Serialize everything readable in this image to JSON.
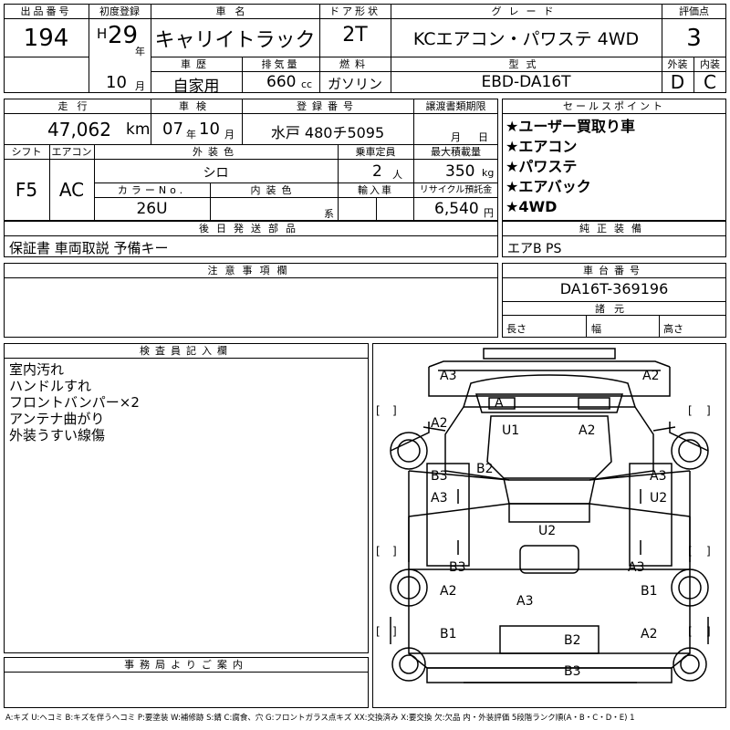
{
  "labels": {
    "lot_no": "出品番号",
    "first_reg": "初度登録",
    "car_name": "車名",
    "door": "ドア形状",
    "grade": "グレード",
    "score": "評価点",
    "year_suffix": "年",
    "history": "車歴",
    "displacement": "排気量",
    "fuel": "燃料",
    "model": "型式",
    "exterior": "外装",
    "interior": "内装",
    "month_suffix": "月",
    "cc_suffix": "cc",
    "mileage": "走行",
    "inspection": "車検",
    "reg_no": "登録番号",
    "transfer": "譲渡書類期限",
    "sales_point": "セールスポイント",
    "shift": "シフト",
    "ac": "エアコン",
    "ext_color": "外装色",
    "capacity": "乗車定員",
    "max_load": "最大積載量",
    "color_no": "カラーNo.",
    "int_color": "内装色",
    "import": "輸入車",
    "recycle": "リサイクル預託金",
    "km": "km",
    "nen": "年",
    "tsuki": "月",
    "hi": "日",
    "persons": "人",
    "kg": "kg",
    "yen": "円",
    "kei": "系",
    "later_parts": "後日発送部品",
    "genuine": "純正装備",
    "caution": "注意事項欄",
    "chassis": "車台番号",
    "dims": "諸元",
    "length": "長さ",
    "width": "幅",
    "height": "高さ",
    "inspector": "検査員記入欄",
    "office": "事務局よりご案内"
  },
  "values": {
    "lot_no": "194",
    "era": "H",
    "year": "29",
    "month": "10",
    "car_name": "キャリイトラック",
    "door": "2T",
    "grade": "KCエアコン・パワステ 4WD",
    "score": "3",
    "history": "自家用",
    "displacement": "660",
    "fuel": "ガソリン",
    "model": "EBD-DA16T",
    "exterior_score": "D",
    "interior_score": "C",
    "mileage": "47,062",
    "insp_year": "07",
    "insp_month": "10",
    "reg_no": "水戸 480チ5095",
    "shift": "F5",
    "ac": "AC",
    "ext_color": "シロ",
    "capacity": "2",
    "max_load": "350",
    "color_no": "26U",
    "recycle": "6,540",
    "later_parts": "保証書 車両取説 予備キー",
    "genuine": "エアB PS",
    "chassis": "DA16T-369196"
  },
  "sales_points": [
    "★ユーザー買取り車",
    "★エアコン",
    "★パワステ",
    "★エアバック",
    "★4WD"
  ],
  "inspector_notes": [
    "室内汚れ",
    "ハンドルすれ",
    "フロントバンパー×2",
    "アンテナ曲がり",
    "外装うすい線傷"
  ],
  "legend": "A:キズ U:ヘコミ B:キズを伴うヘコミ P:要塗装 W:補修跡 S:錆 C:腐食、穴 G:フロントガラス点キズ XX:交換済み X:要交換 欠:欠品 内・外装評価 5段階ランク順(A・B・C・D・E) 1",
  "damage": {
    "top_left_a3": "A3",
    "top_right_a2": "A2",
    "windshield_a": "A",
    "fl_fender_a2": "A2",
    "roof_u1": "U1",
    "roof_a2": "A2",
    "pillar_b2": "B2",
    "left_door_b3": "B3",
    "left_door_a3": "A3",
    "right_door_a3": "A3",
    "right_door_u2": "U2",
    "bed_u2": "U2",
    "left_sill_b3": "B3",
    "right_sill_a3": "A3",
    "rl_a2": "A2",
    "rr_b1": "B1",
    "bed_a3": "A3",
    "rl_b1": "B1",
    "rr_a2": "A2",
    "tail_b2": "B2",
    "rear_b3": "B3",
    "bracket_l": "[",
    "bracket_r": "]"
  }
}
